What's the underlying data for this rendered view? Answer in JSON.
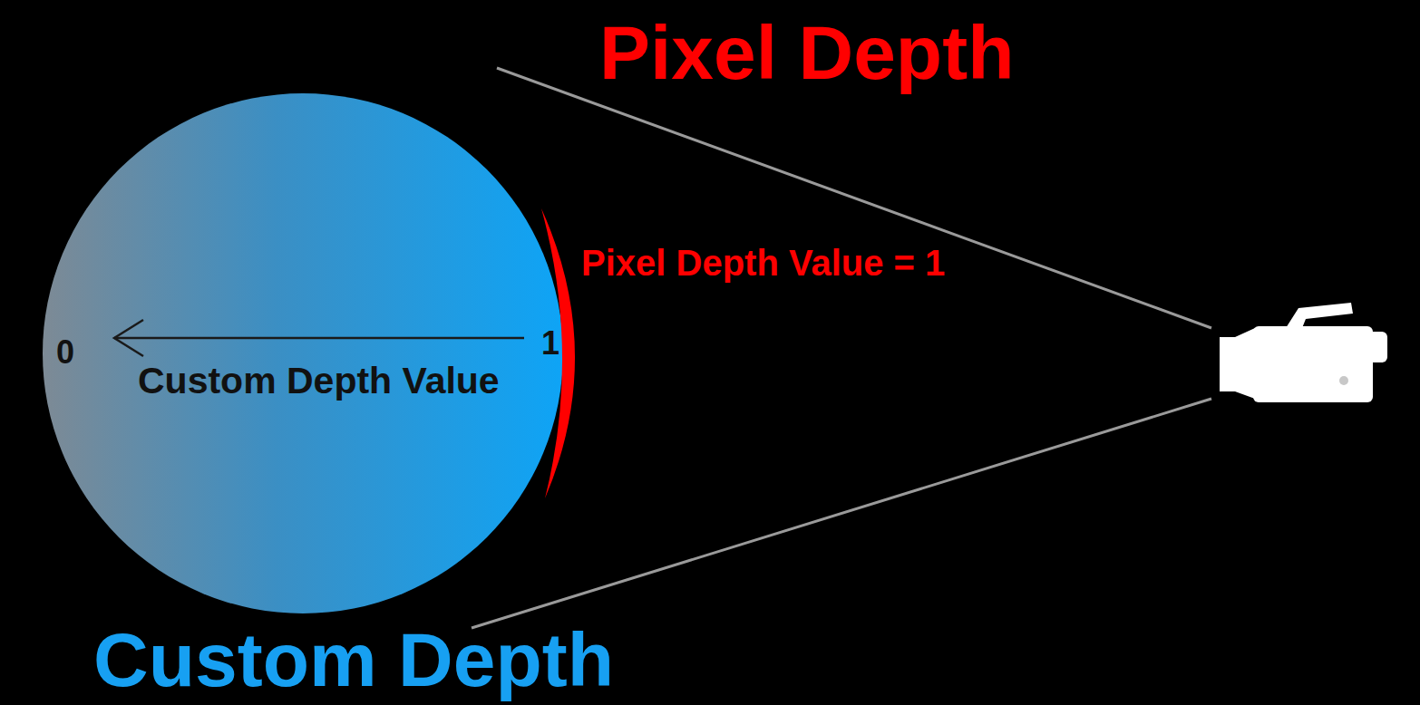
{
  "diagram": {
    "nodes": [
      {
        "text": [
          "Custom Depth",
          "0",
          "1",
          "Custom Depth Value"
        ]
      }
    ],
    "labels": [
      "Pixel Depth",
      "Pixel Depth Value = 1"
    ]
  }
}
